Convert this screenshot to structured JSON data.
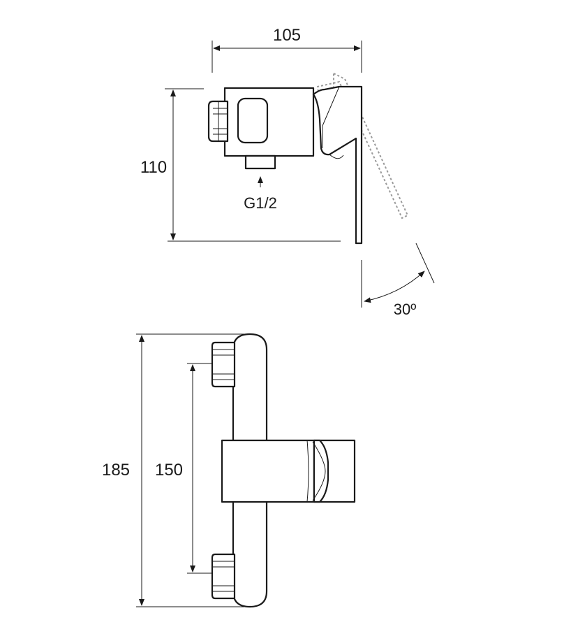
{
  "labels": {
    "width_side": "105",
    "height_side": "110",
    "connection": "G1/2",
    "angle": "30º",
    "height_front": "185",
    "centers_front": "150"
  },
  "colors": {
    "line": "#1a1a1a",
    "ghost": "#9a9a9a",
    "background": "#ffffff"
  }
}
